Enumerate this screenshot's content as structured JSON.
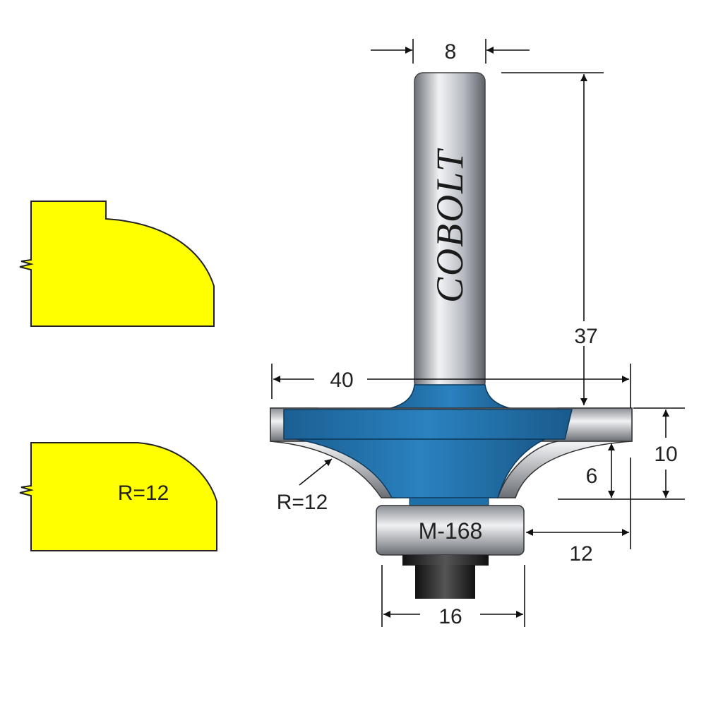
{
  "product": {
    "brand": "COBOLT",
    "model": "M-168"
  },
  "profiles": [
    {
      "label": ""
    },
    {
      "label": "R=12"
    }
  ],
  "dimensions": {
    "shank": "8",
    "total_length": "37",
    "cutting_diameter": "40",
    "cutting_height": "10",
    "radius_depth": "6",
    "bearing_offset": "12",
    "bearing_diameter": "16",
    "radius": "R=12"
  },
  "colors": {
    "profile": "#ffff00",
    "body": "#1f6fa8",
    "steel": "#b8bcc2"
  }
}
